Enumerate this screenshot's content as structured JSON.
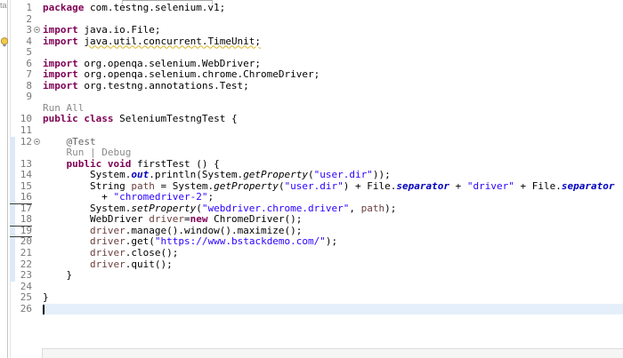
{
  "chrome": {
    "left_tab_text": "ta"
  },
  "colors": {
    "keyword": "#7F0055",
    "string": "#2A00FF",
    "annotation": "#646464",
    "static_field": "#0000C0",
    "local_variable": "#6A3E3E",
    "code_lens": "#8A8A8A",
    "line_number": "#787878",
    "current_line_bg": "#E4EFFA",
    "range_indicator": "#DCE9F7",
    "warning_squiggle": "#DBB522"
  },
  "editor": {
    "language": "java",
    "cursor_line": "26",
    "rows": [
      {
        "n": "1",
        "tokens": [
          [
            "kw",
            "package"
          ],
          [
            "pl",
            " com.testng.selenium.v1;"
          ]
        ]
      },
      {
        "n": "2",
        "tokens": []
      },
      {
        "n": "3",
        "fold": true,
        "tokens": [
          [
            "kw",
            "import"
          ],
          [
            "pl",
            " java.io.File;"
          ]
        ]
      },
      {
        "n": "4",
        "warn_icon": true,
        "tokens": [
          [
            "kw",
            "import"
          ],
          [
            "pl",
            " "
          ],
          [
            "warn",
            "java.util.concurrent.TimeUnit;"
          ]
        ]
      },
      {
        "n": "5",
        "tokens": []
      },
      {
        "n": "6",
        "tokens": [
          [
            "kw",
            "import"
          ],
          [
            "pl",
            " org.openqa.selenium.WebDriver;"
          ]
        ]
      },
      {
        "n": "7",
        "tokens": [
          [
            "kw",
            "import"
          ],
          [
            "pl",
            " org.openqa.selenium.chrome.ChromeDriver;"
          ]
        ]
      },
      {
        "n": "8",
        "tokens": [
          [
            "kw",
            "import"
          ],
          [
            "pl",
            " org.testng.annotations.Test;"
          ]
        ]
      },
      {
        "n": "9",
        "tokens": []
      },
      {
        "n": "",
        "lens": true,
        "tokens": [
          [
            "lens",
            "Run All"
          ]
        ]
      },
      {
        "n": "10",
        "tokens": [
          [
            "kw",
            "public"
          ],
          [
            "pl",
            " "
          ],
          [
            "kw",
            "class"
          ],
          [
            "pl",
            " SeleniumTestngTest {"
          ]
        ]
      },
      {
        "n": "11",
        "tokens": []
      },
      {
        "n": "12",
        "fold": true,
        "range": true,
        "tokens": [
          [
            "pl",
            "    "
          ],
          [
            "ann",
            "@Test"
          ]
        ]
      },
      {
        "n": "",
        "lens": true,
        "range": true,
        "tokens": [
          [
            "pl",
            "    "
          ],
          [
            "lens",
            "Run"
          ],
          [
            "lens",
            " | "
          ],
          [
            "lens",
            "Debug"
          ]
        ]
      },
      {
        "n": "13",
        "range": true,
        "tokens": [
          [
            "pl",
            "    "
          ],
          [
            "kw",
            "public"
          ],
          [
            "pl",
            " "
          ],
          [
            "kw",
            "void"
          ],
          [
            "pl",
            " firstTest () {"
          ]
        ]
      },
      {
        "n": "14",
        "range": true,
        "tokens": [
          [
            "pl",
            "        System."
          ],
          [
            "sf",
            "out"
          ],
          [
            "pl",
            ".println(System."
          ],
          [
            "sm",
            "getProperty"
          ],
          [
            "pl",
            "("
          ],
          [
            "str",
            "\"user.dir\""
          ],
          [
            "pl",
            "));"
          ]
        ]
      },
      {
        "n": "15",
        "range": true,
        "tokens": [
          [
            "pl",
            "        String "
          ],
          [
            "lv",
            "path"
          ],
          [
            "pl",
            " = System."
          ],
          [
            "sm",
            "getProperty"
          ],
          [
            "pl",
            "("
          ],
          [
            "str",
            "\"user.dir\""
          ],
          [
            "pl",
            ") + File."
          ],
          [
            "sf",
            "separator"
          ],
          [
            "pl",
            " + "
          ],
          [
            "str",
            "\"driver\""
          ],
          [
            "pl",
            " + File."
          ],
          [
            "sf",
            "separator"
          ]
        ]
      },
      {
        "n": "16",
        "range": true,
        "underline": true,
        "tokens": [
          [
            "pl",
            "          + "
          ],
          [
            "str",
            "\"chromedriver-2\""
          ],
          [
            "pl",
            ";"
          ]
        ]
      },
      {
        "n": "17",
        "range": true,
        "tokens": [
          [
            "pl",
            "        System."
          ],
          [
            "sm",
            "setProperty"
          ],
          [
            "pl",
            "("
          ],
          [
            "str",
            "\"webdriver.chrome.driver\""
          ],
          [
            "pl",
            ", "
          ],
          [
            "lv",
            "path"
          ],
          [
            "pl",
            ");"
          ]
        ]
      },
      {
        "n": "18",
        "range": true,
        "underline": true,
        "tokens": [
          [
            "pl",
            "        WebDriver "
          ],
          [
            "lv",
            "driver"
          ],
          [
            "pl",
            "="
          ],
          [
            "kw",
            "new"
          ],
          [
            "pl",
            " ChromeDriver();"
          ]
        ]
      },
      {
        "n": "19",
        "range": true,
        "underline": true,
        "tokens": [
          [
            "pl",
            "        "
          ],
          [
            "lv",
            "driver"
          ],
          [
            "pl",
            ".manage().window().maximize();"
          ]
        ]
      },
      {
        "n": "20",
        "range": true,
        "tokens": [
          [
            "pl",
            "        "
          ],
          [
            "lv",
            "driver"
          ],
          [
            "pl",
            ".get("
          ],
          [
            "str",
            "\"https://www.bstackdemo.com/\""
          ],
          [
            "pl",
            ");"
          ]
        ]
      },
      {
        "n": "21",
        "range": true,
        "tokens": [
          [
            "pl",
            "        "
          ],
          [
            "lv",
            "driver"
          ],
          [
            "pl",
            ".close();"
          ]
        ]
      },
      {
        "n": "22",
        "range": true,
        "tokens": [
          [
            "pl",
            "        "
          ],
          [
            "lv",
            "driver"
          ],
          [
            "pl",
            ".quit();"
          ]
        ]
      },
      {
        "n": "23",
        "range": true,
        "tokens": [
          [
            "pl",
            "    }"
          ]
        ]
      },
      {
        "n": "24",
        "tokens": []
      },
      {
        "n": "25",
        "tokens": [
          [
            "pl",
            "}"
          ]
        ]
      },
      {
        "n": "26",
        "current": true,
        "cursor": true,
        "tokens": []
      }
    ]
  }
}
